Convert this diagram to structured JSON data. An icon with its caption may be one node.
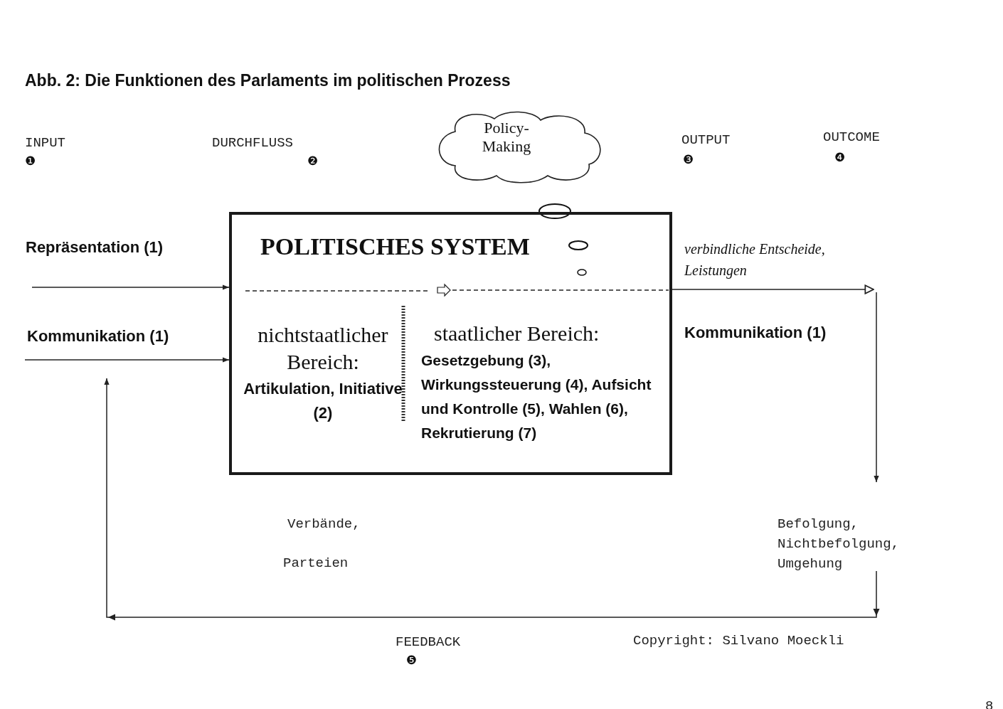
{
  "diagram": {
    "title": "Abb. 2: Die Funktionen des Parlaments im politischen Prozess",
    "nodes": [
      {
        "text": [
          "Policy-Making"
        ]
      },
      {
        "text": [
          "POLITISCHES SYSTEM"
        ]
      },
      {
        "text": [
          "nichtstaatlicher Bereich:",
          "Artikulation, Initiative (2)"
        ],
        "in": 1
      },
      {
        "text": [
          "staatlicher Bereich:",
          "Gesetzgebung (3), Wirkungssteuerung (4), Aufsicht und Kontrolle (5), Wahlen (6), Rekrutierung (7)"
        ],
        "in": 1
      },
      {
        "text": [
          "Befolgung, Nichtbefolgung, Umgehung"
        ]
      }
    ],
    "edges": [
      {
        "from": null,
        "to": 1,
        "arrow": "to",
        "label": "Repräsentation (1)"
      },
      {
        "from": null,
        "to": 1,
        "arrow": "to",
        "label": "Kommunikation (1)"
      },
      {
        "from": 1,
        "to": null,
        "arrow": "to",
        "label": "verbindliche Entscheide, Leistungen"
      },
      {
        "from": null,
        "to": 4,
        "arrow": "to",
        "label": "Kommunikation (1)"
      },
      {
        "from": 4,
        "to": null,
        "arrow": "to"
      }
    ],
    "labels": [
      "INPUT",
      "❶",
      "DURCHFLUSS",
      "❷",
      "OUTPUT",
      "❸",
      "OUTCOME",
      "❹",
      "Verbände,",
      "Parteien",
      "FEEDBACK",
      "❺",
      "Copyright: Silvano Moeckli",
      "8"
    ]
  }
}
